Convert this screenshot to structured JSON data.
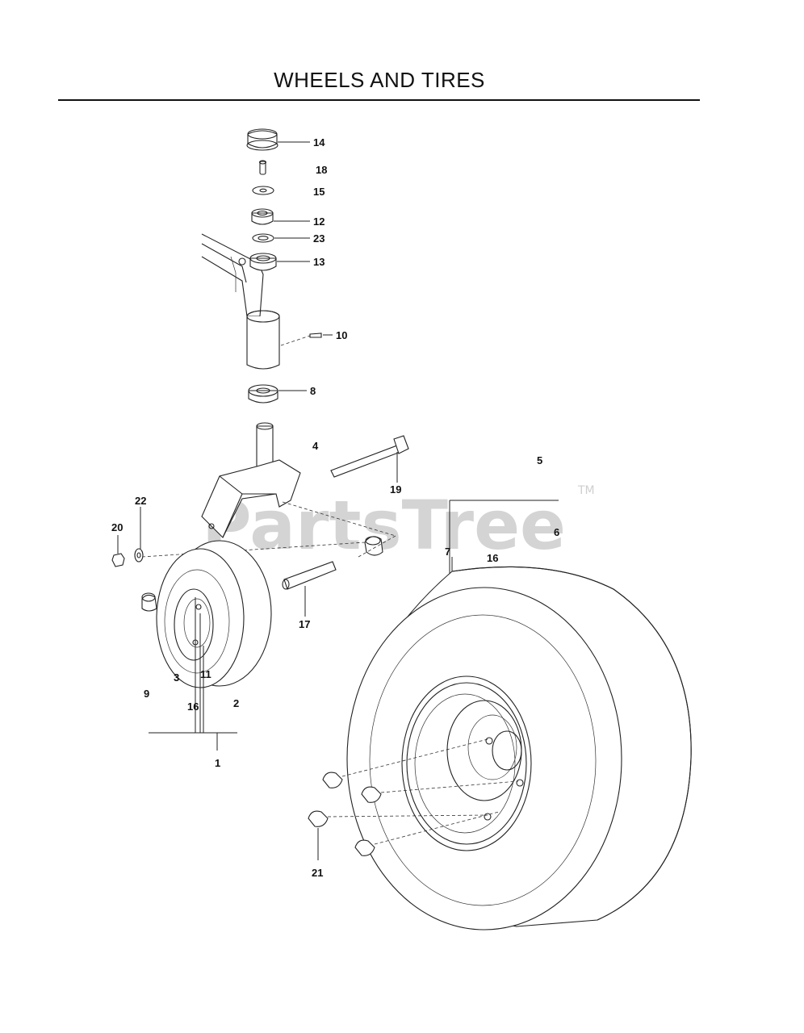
{
  "title": "WHEELS AND TIRES",
  "watermark": "PartsTree",
  "trademark": "TM",
  "callouts": {
    "c1": "1",
    "c2": "2",
    "c3": "3",
    "c4": "4",
    "c5": "5",
    "c6": "6",
    "c7": "7",
    "c8": "8",
    "c9": "9",
    "c10": "10",
    "c11": "11",
    "c12": "12",
    "c13": "13",
    "c14": "14",
    "c15": "15",
    "c16a": "16",
    "c16b": "16",
    "c17": "17",
    "c18": "18",
    "c19": "19",
    "c20": "20",
    "c21": "21",
    "c22": "22",
    "c23": "23"
  }
}
